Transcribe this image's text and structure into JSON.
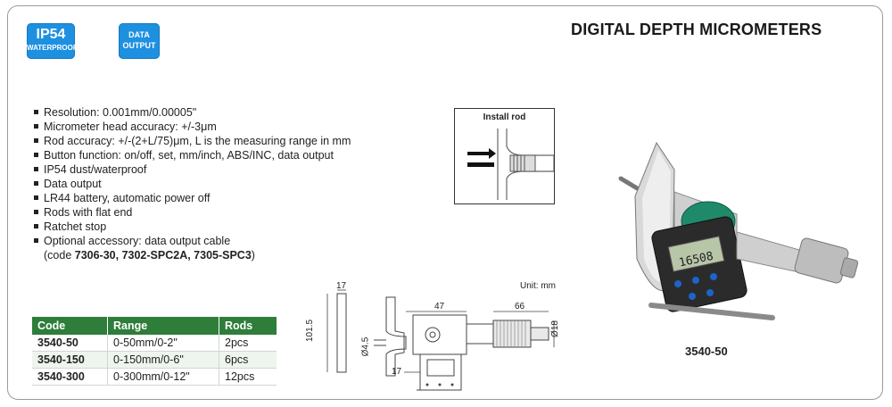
{
  "header": {
    "badge_ip54_top": "IP54",
    "badge_ip54_bottom": "WATERPROOF",
    "badge_data_line1": "DATA",
    "badge_data_line2": "OUTPUT",
    "title": "DIGITAL DEPTH MICROMETERS"
  },
  "features": [
    "Resolution: 0.001mm/0.00005\"",
    "Micrometer head accuracy: +/-3μm",
    "Rod accuracy: +/-(2+L/75)μm, L is the measuring range in mm",
    "Button function: on/off, set, mm/inch, ABS/INC, data output",
    "IP54 dust/waterproof",
    "Data output",
    "LR44 battery, automatic power off",
    "Rods with flat end",
    "Ratchet stop",
    "Optional accessory: data output cable"
  ],
  "feature_cont_prefix": "(code ",
  "feature_cont_bold": "7306-30, 7302-SPC2A, 7305-SPC3",
  "feature_cont_suffix": ")",
  "table": {
    "headers": [
      "Code",
      "Range",
      "Rods"
    ],
    "rows": [
      [
        "3540-50",
        "0-50mm/0-2\"",
        "2pcs"
      ],
      [
        "3540-150",
        "0-150mm/0-6\"",
        "6pcs"
      ],
      [
        "3540-300",
        "0-300mm/0-12\"",
        "12pcs"
      ]
    ]
  },
  "install": {
    "label": "Install rod"
  },
  "drawing": {
    "unit": "Unit: mm",
    "dim_17_top": "17",
    "dim_101_5": "101.5",
    "dim_4_5": "Ø4.5",
    "dim_17_bottom": "17",
    "dim_47": "47",
    "dim_66": "66",
    "dim_18": "Ø18"
  },
  "photo": {
    "display": "16508",
    "model": "3540-50"
  }
}
